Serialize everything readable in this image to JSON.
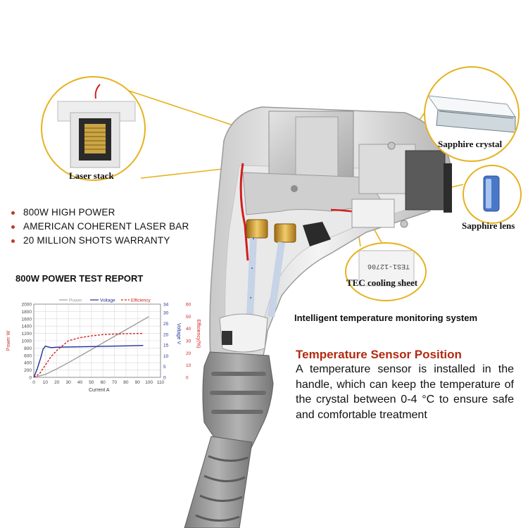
{
  "callouts": {
    "laser_stack": "Laser stack",
    "sapphire_crystal": "Sapphire crystal",
    "sapphire_lens": "Sapphire lens",
    "tec_cooling_sheet": "TEC cooling sheet",
    "tec_chip_marking": "TES1-12706"
  },
  "features": [
    "800W HIGH POWER",
    "AMERICAN COHERENT LASER BAR",
    "20 MILLION SHOTS WARRANTY"
  ],
  "report_title": "800W POWER TEST REPORT",
  "monitor_caption": "Intelligent temperature monitoring system",
  "sensor": {
    "title": "Temperature Sensor Position",
    "body": "A temperature sensor is installed in the handle, which can keep the temperature of the crystal between 0-4 °C to ensure safe and comfortable treatment"
  },
  "colors": {
    "callout_ring": "#e5b21f",
    "bullet": "#c0392b",
    "sensor_title": "#b22a10",
    "power": "#9e9e9e",
    "voltage": "#1f2f9a",
    "efficiency": "#d62020"
  },
  "chart_data": {
    "type": "line",
    "legend_placement": "top",
    "grid": true,
    "xlabel": "Current A",
    "ylabel_left": "Power W",
    "ylabel_right1": "Voltage V",
    "ylabel_right2": "Efficiency(%)",
    "x_ticks": [
      "0",
      "10",
      "20",
      "30",
      "40",
      "50",
      "60",
      "70",
      "80",
      "90",
      "100",
      "110"
    ],
    "y_ticks_left": [
      "0",
      "200",
      "400",
      "600",
      "800",
      "1000",
      "1200",
      "1400",
      "1600",
      "1800",
      "2000"
    ],
    "y_ticks_right1": [
      "0",
      "5",
      "10",
      "15",
      "20",
      "25",
      "30",
      "34"
    ],
    "y_ticks_right2": [
      "0",
      "10",
      "20",
      "30",
      "40",
      "50",
      "60"
    ],
    "xlim": [
      0,
      110
    ],
    "ylim_left": [
      0,
      2000
    ],
    "ylim_right1": [
      0,
      34
    ],
    "ylim_right2": [
      0,
      60
    ],
    "series": [
      {
        "name": "Power",
        "axis": "left",
        "style": "solid",
        "x": [
          0,
          10,
          20,
          30,
          40,
          50,
          60,
          70,
          80,
          90,
          100
        ],
        "y": [
          0,
          80,
          230,
          400,
          580,
          760,
          940,
          1120,
          1300,
          1480,
          1660
        ]
      },
      {
        "name": "Voltage",
        "axis": "right1",
        "style": "solid",
        "x": [
          0,
          3,
          6,
          8,
          10,
          15,
          20,
          40,
          60,
          80,
          95
        ],
        "y": [
          0,
          4,
          9,
          13,
          14.5,
          13.8,
          14,
          14.2,
          14.4,
          14.6,
          14.8
        ]
      },
      {
        "name": "Efficiency",
        "axis": "right2",
        "style": "dashed",
        "x": [
          0,
          5,
          10,
          15,
          20,
          25,
          30,
          40,
          50,
          60,
          70,
          80,
          95
        ],
        "y": [
          0,
          3,
          10,
          17,
          22,
          26,
          30,
          32.5,
          34,
          35,
          35.5,
          35.8,
          36
        ]
      }
    ]
  }
}
